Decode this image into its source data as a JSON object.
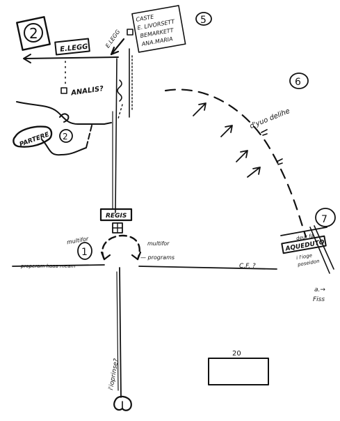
{
  "markers": {
    "m1": "1",
    "m2": "2",
    "m3": "2",
    "m5": "5",
    "m6": "6",
    "m7": "7"
  },
  "labels": {
    "top_box": "E.LEGG",
    "top_mid": "E.LEGG",
    "side_box": "ANALIS?",
    "cluster": "CASTE \nE. LIVORSETT\nBEMARKETT\nANA.MARIA",
    "cluster_line1": "CASTE",
    "cluster_line2": "E. LIVORSETT",
    "cluster_line3": "BEMARKETT",
    "cluster_line4": "ANA.MARIA",
    "left_blob": "PARTERE",
    "center_box": "REGIS",
    "left_word": "multifor",
    "right_word": "multifor",
    "right_word2": "— programs",
    "baseline_left": "properam haaa meam",
    "baseline_right": "C.F. ?",
    "arc_label": "d'yuo delihe",
    "aqueduct_box": "AQUEDUTO",
    "aqueduct_note1": "deur fa",
    "aqueduct_note2": "i l'ioge",
    "aqueduct_note3": "poseidon",
    "right_note": "a.→",
    "right_note2": "Fiss",
    "vertical_text": "i'ioprinse?",
    "bottom_box_label": "20"
  }
}
